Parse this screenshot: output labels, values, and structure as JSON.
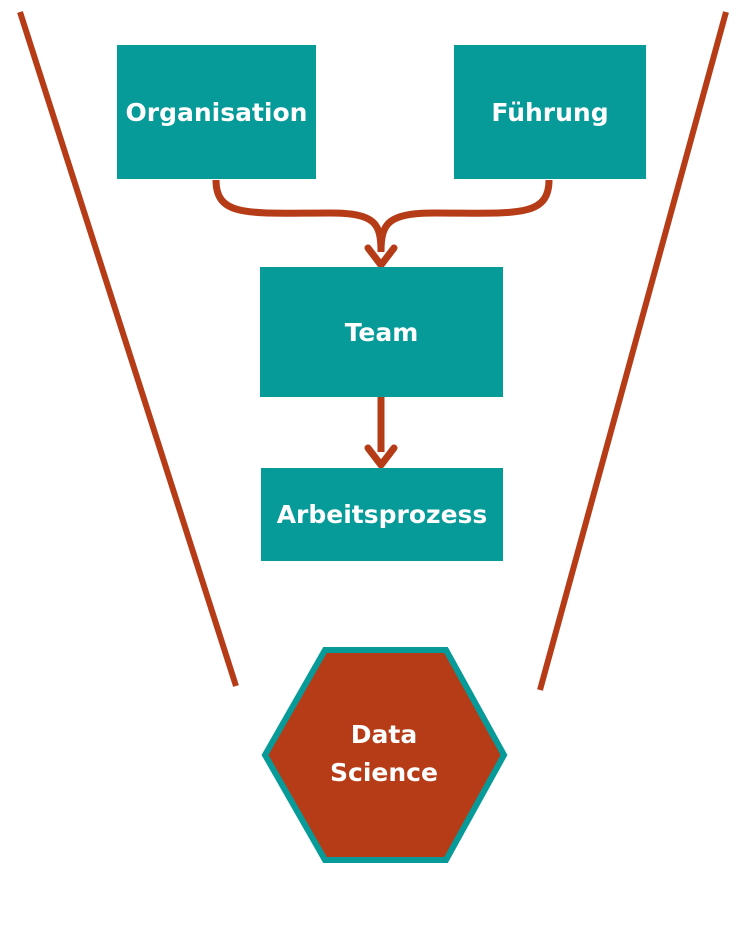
{
  "diagram": {
    "nodes": {
      "organisation": "Organisation",
      "fuehrung": "Führung",
      "team": "Team",
      "arbeitsprozess": "Arbeitsprozess",
      "data_science_line1": "Data",
      "data_science_line2": "Science"
    },
    "edges": [
      {
        "from": "Organisation",
        "to": "Team"
      },
      {
        "from": "Führung",
        "to": "Team"
      },
      {
        "from": "Team",
        "to": "Arbeitsprozess"
      }
    ],
    "colors": {
      "box": "#069a98",
      "arrow": "#b63c18",
      "hexagon_fill": "#b63c18",
      "hexagon_border": "#069a98",
      "text": "#ffffff"
    }
  }
}
